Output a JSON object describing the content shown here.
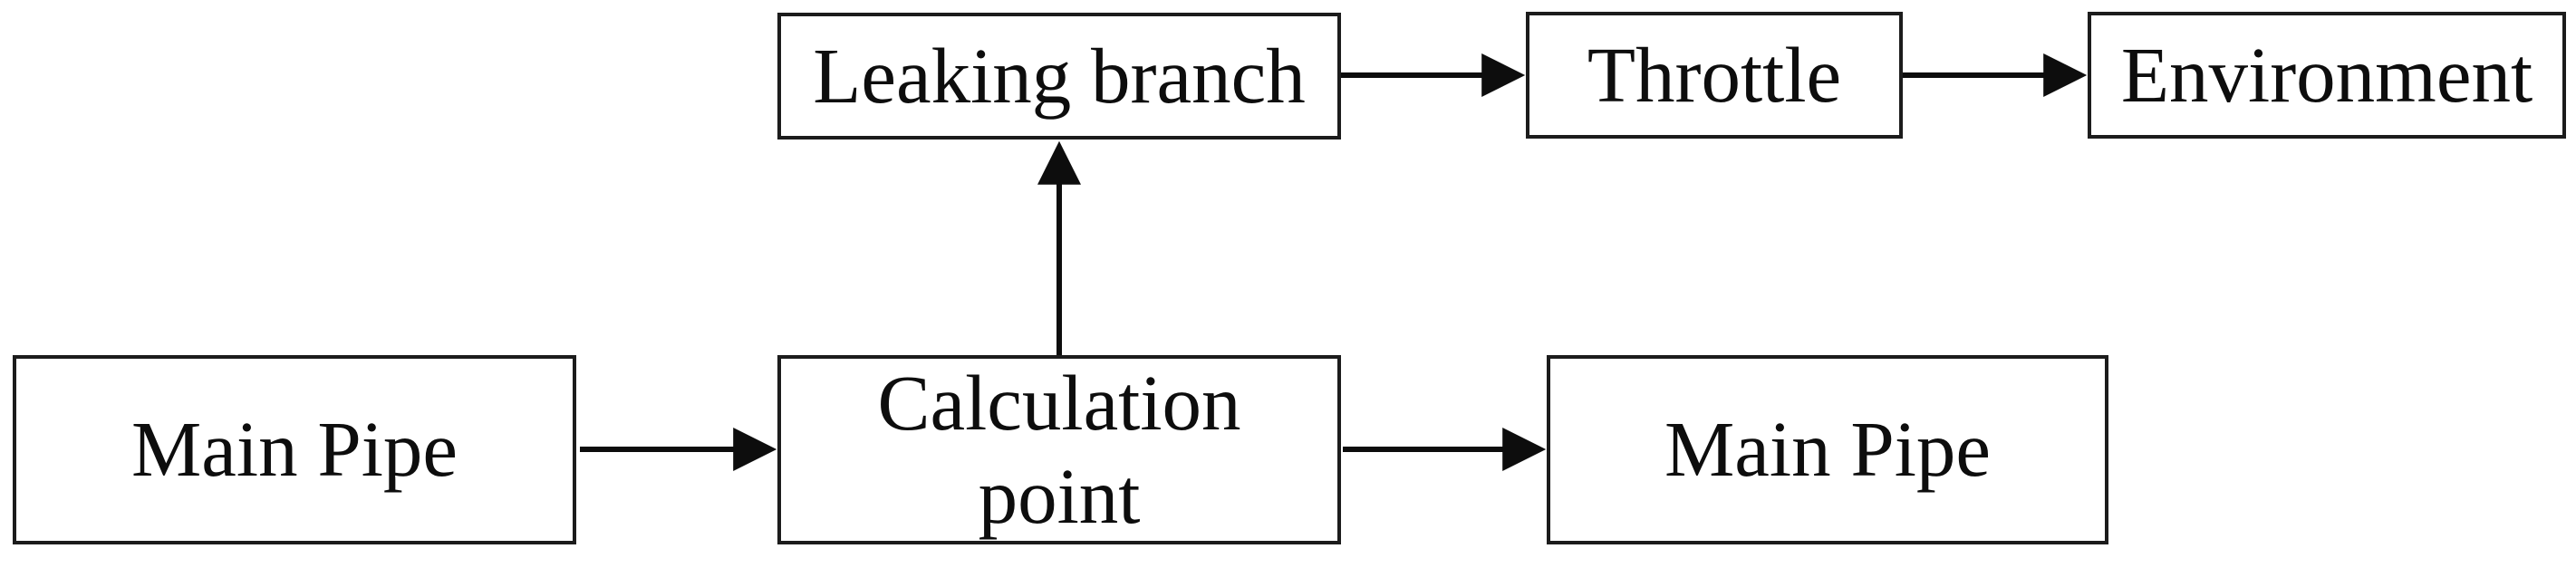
{
  "diagram": {
    "description": "Flow diagram of a pipeline leak calculation scheme",
    "colors": {
      "background": "#ffffff",
      "box_border": "#1c1c1c",
      "text": "#0d0d0d",
      "arrow": "#0d0d0d"
    },
    "nodes": [
      {
        "id": "leaking-branch",
        "label": "Leaking branch"
      },
      {
        "id": "throttle",
        "label": "Throttle"
      },
      {
        "id": "environment",
        "label": "Environment"
      },
      {
        "id": "main-pipe-left",
        "label": "Main Pipe"
      },
      {
        "id": "calculation-point",
        "label": "Calculation point"
      },
      {
        "id": "main-pipe-right",
        "label": "Main Pipe"
      }
    ],
    "edges": [
      {
        "from": "main-pipe-left",
        "to": "calculation-point",
        "direction": "right"
      },
      {
        "from": "calculation-point",
        "to": "main-pipe-right",
        "direction": "right"
      },
      {
        "from": "calculation-point",
        "to": "leaking-branch",
        "direction": "up"
      },
      {
        "from": "leaking-branch",
        "to": "throttle",
        "direction": "right"
      },
      {
        "from": "throttle",
        "to": "environment",
        "direction": "right"
      }
    ]
  }
}
